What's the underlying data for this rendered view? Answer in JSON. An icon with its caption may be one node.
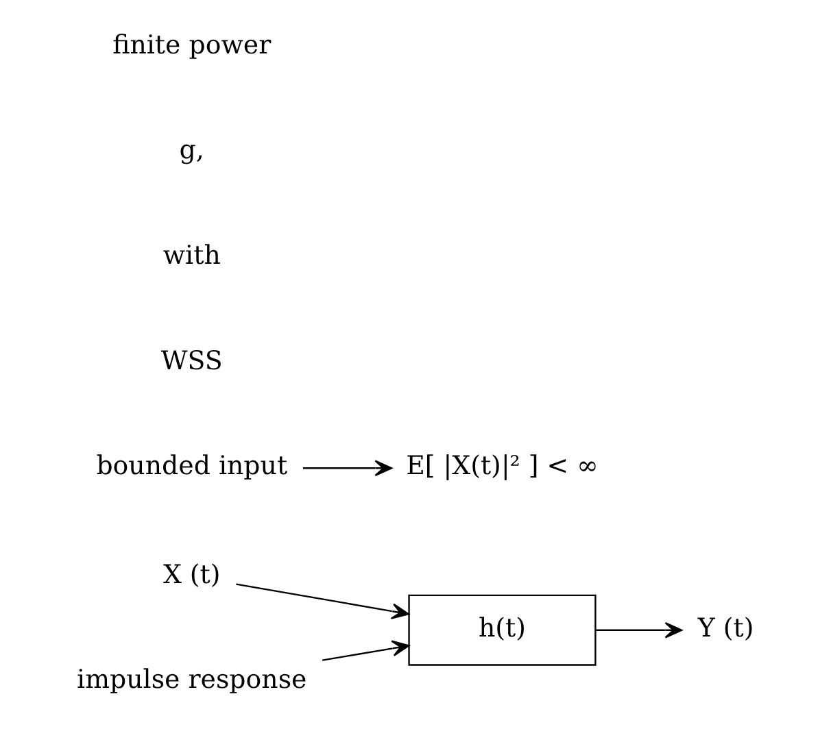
{
  "diagram": {
    "nodes": [
      {
        "text": [
          "X (t)"
        ]
      },
      {
        "text": [
          "h(t)"
        ]
      },
      {
        "text": [
          "Y (t)"
        ]
      },
      {
        "text": [
          "impulse response"
        ]
      },
      {
        "text": [
          "E[ |X(t)|² ] < ∞"
        ]
      },
      {
        "text": [
          "bounded input"
        ]
      }
    ],
    "edges": [
      {
        "from": 0,
        "to": 1,
        "arrow": "to"
      },
      {
        "from": 1,
        "to": 2,
        "arrow": "to"
      },
      {
        "from": 3,
        "to": 1,
        "arrow": "to"
      },
      {
        "from": 5,
        "to": 4,
        "arrow": "to"
      }
    ],
    "labels": [
      "WSS",
      "with",
      "g,",
      "finite power"
    ]
  }
}
